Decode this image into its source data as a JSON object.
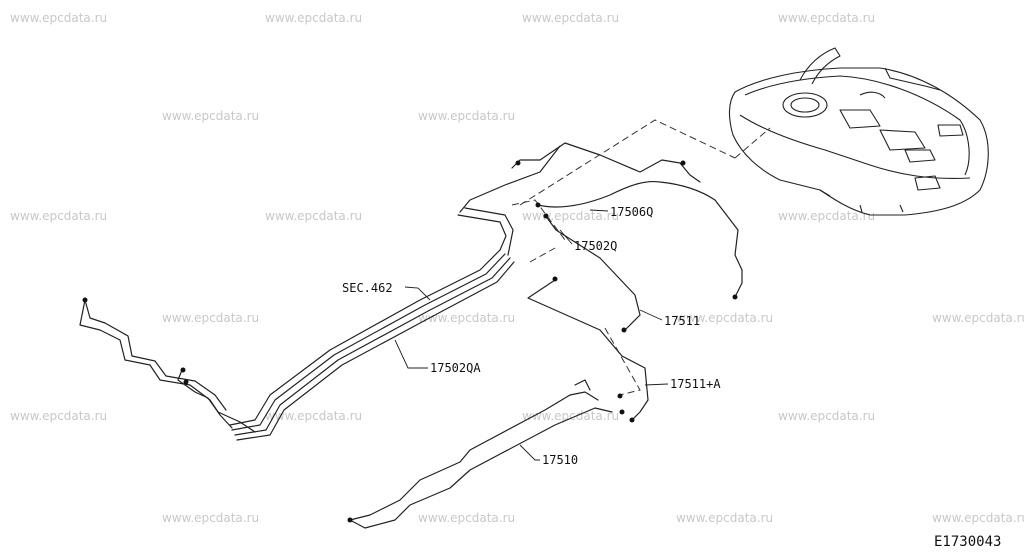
{
  "watermark": "www.epcdata.ru",
  "labels": {
    "p17506q": "17506Q",
    "p17502q": "17502Q",
    "p17511": "17511",
    "p17511a": "17511+A",
    "p17510": "17510",
    "sec462": "SEC.462",
    "p17502qa": "17502QA"
  },
  "diagram_code": "E1730043"
}
